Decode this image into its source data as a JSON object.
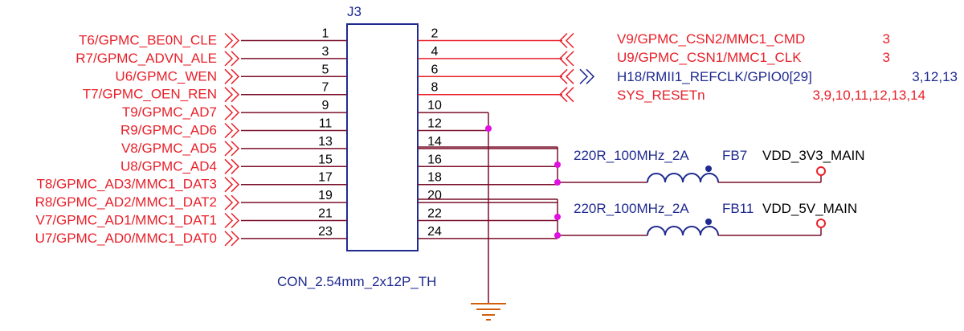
{
  "connector": {
    "ref": "J3",
    "footprint": "CON_2.54mm_2x12P_TH"
  },
  "left_pins": [
    {
      "num": "1",
      "net": "T6/GPMC_BE0N_CLE"
    },
    {
      "num": "3",
      "net": "R7/GPMC_ADVN_ALE"
    },
    {
      "num": "5",
      "net": "U6/GPMC_WEN"
    },
    {
      "num": "7",
      "net": "T7/GPMC_OEN_REN"
    },
    {
      "num": "9",
      "net": "T9/GPMC_AD7"
    },
    {
      "num": "11",
      "net": "R9/GPMC_AD6"
    },
    {
      "num": "13",
      "net": "V8/GPMC_AD5"
    },
    {
      "num": "15",
      "net": "U8/GPMC_AD4"
    },
    {
      "num": "17",
      "net": "T8/GPMC_AD3/MMC1_DAT3"
    },
    {
      "num": "19",
      "net": "R8/GPMC_AD2/MMC1_DAT2"
    },
    {
      "num": "21",
      "net": "V7/GPMC_AD1/MMC1_DAT1"
    },
    {
      "num": "23",
      "net": "U7/GPMC_AD0/MMC1_DAT0"
    }
  ],
  "right_pins": [
    "2",
    "4",
    "6",
    "8",
    "10",
    "12",
    "14",
    "16",
    "18",
    "20",
    "22",
    "24"
  ],
  "right_nets": [
    {
      "net": "V9/GPMC_CSN2/MMC1_CMD",
      "refs": "3",
      "color": "#e8202a"
    },
    {
      "net": "U9/GPMC_CSN1/MMC1_CLK",
      "refs": "3",
      "color": "#e8202a"
    },
    {
      "net": "H18/RMII1_REFCLK/GPIO0[29]",
      "refs": "3,12,13",
      "color": "#1f2a8f"
    },
    {
      "net": "SYS_RESETn",
      "refs": "3,9,10,11,12,13,14",
      "color": "#e8202a"
    }
  ],
  "ferrites": [
    {
      "ref": "FB7",
      "value": "220R_100MHz_2A",
      "rail": "VDD_3V3_MAIN"
    },
    {
      "ref": "FB11",
      "value": "220R_100MHz_2A",
      "rail": "VDD_5V_MAIN"
    }
  ],
  "colors": {
    "net_label": "#e8202a",
    "wire": "#7a0f2a",
    "junction": "#e010e0",
    "body": "#1f2a8f",
    "inductor": "#1f2a8f",
    "ground": "#d06010"
  }
}
